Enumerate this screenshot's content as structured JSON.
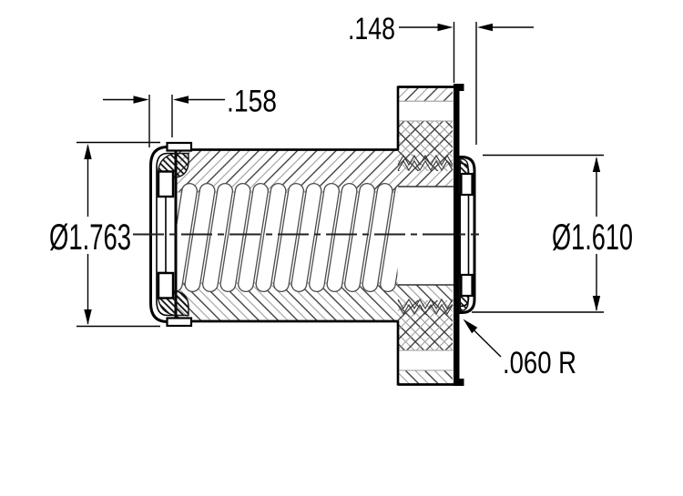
{
  "drawing": {
    "title": "Flanged screw nut with wiper seals - cross section view",
    "view": "section",
    "dimensions": {
      "left_seal_width": ".158",
      "right_seal_width": ".148",
      "left_outer_diameter": "Ø1.763",
      "right_outer_diameter": "Ø1.610",
      "fillet_radius": ".060 R"
    },
    "colors": {
      "line": "#000000",
      "hatch_dark": "#303030",
      "hatch_light": "#9e9e9e",
      "seal_hatch": "#101010",
      "background": "#ffffff"
    }
  }
}
